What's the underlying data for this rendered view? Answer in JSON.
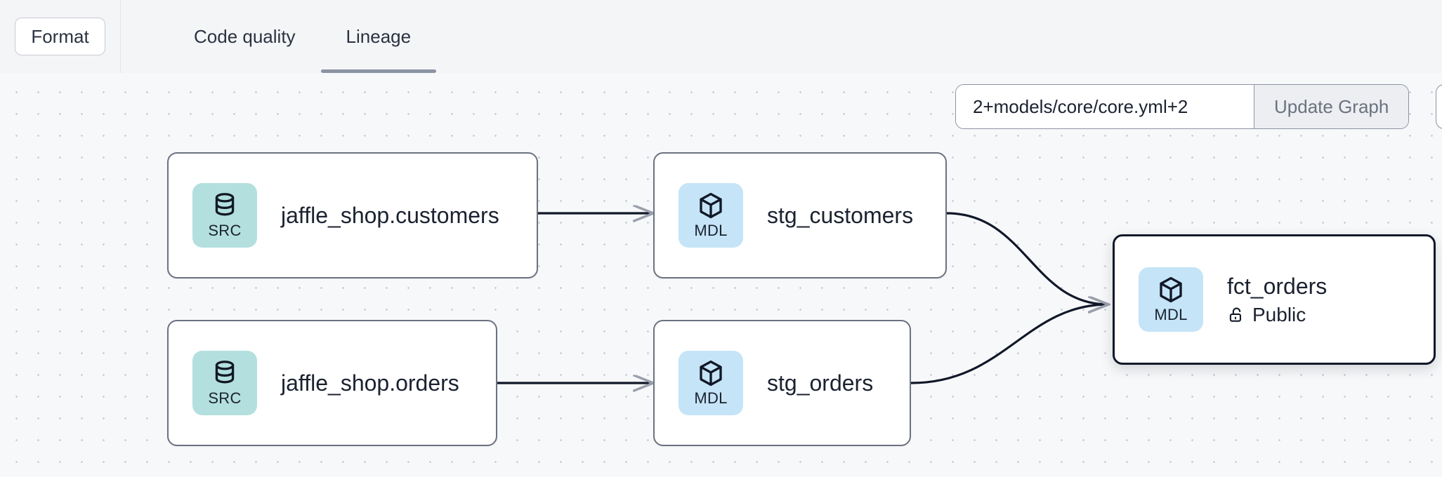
{
  "toolbar": {
    "format_label": "Format",
    "tabs": [
      {
        "label": "Code quality",
        "active": false
      },
      {
        "label": "Lineage",
        "active": true
      }
    ]
  },
  "graph_controls": {
    "selector_value": "2+models/core/core.yml+2",
    "selector_placeholder": "2+models/core/core.yml+2",
    "update_button_label": "Update Graph"
  },
  "lineage": {
    "nodes": [
      {
        "id": "src_customers",
        "badge": "SRC",
        "badge_icon": "database-icon",
        "title": "jaffle_shop.customers",
        "subtitle": null,
        "selected": false
      },
      {
        "id": "stg_customers",
        "badge": "MDL",
        "badge_icon": "cube-icon",
        "title": "stg_customers",
        "subtitle": null,
        "selected": false
      },
      {
        "id": "src_orders",
        "badge": "SRC",
        "badge_icon": "database-icon",
        "title": "jaffle_shop.orders",
        "subtitle": null,
        "selected": false
      },
      {
        "id": "stg_orders",
        "badge": "MDL",
        "badge_icon": "cube-icon",
        "title": "stg_orders",
        "subtitle": null,
        "selected": false
      },
      {
        "id": "fct_orders",
        "badge": "MDL",
        "badge_icon": "cube-icon",
        "title": "fct_orders",
        "subtitle": "Public",
        "subtitle_icon": "unlock-icon",
        "selected": true
      }
    ],
    "edges": [
      {
        "from": "src_customers",
        "to": "stg_customers"
      },
      {
        "from": "src_orders",
        "to": "stg_orders"
      },
      {
        "from": "stg_customers",
        "to": "fct_orders"
      },
      {
        "from": "stg_orders",
        "to": "fct_orders"
      }
    ]
  },
  "colors": {
    "canvas_bg": "#f7f8fa",
    "toolbar_bg": "#f4f5f7",
    "src_badge": "#b3e0de",
    "mdl_badge": "#c5e4f7",
    "node_border": "#6b7280",
    "selected_border": "#101828",
    "text": "#1b2230",
    "tab_underline": "#8b93a3"
  }
}
